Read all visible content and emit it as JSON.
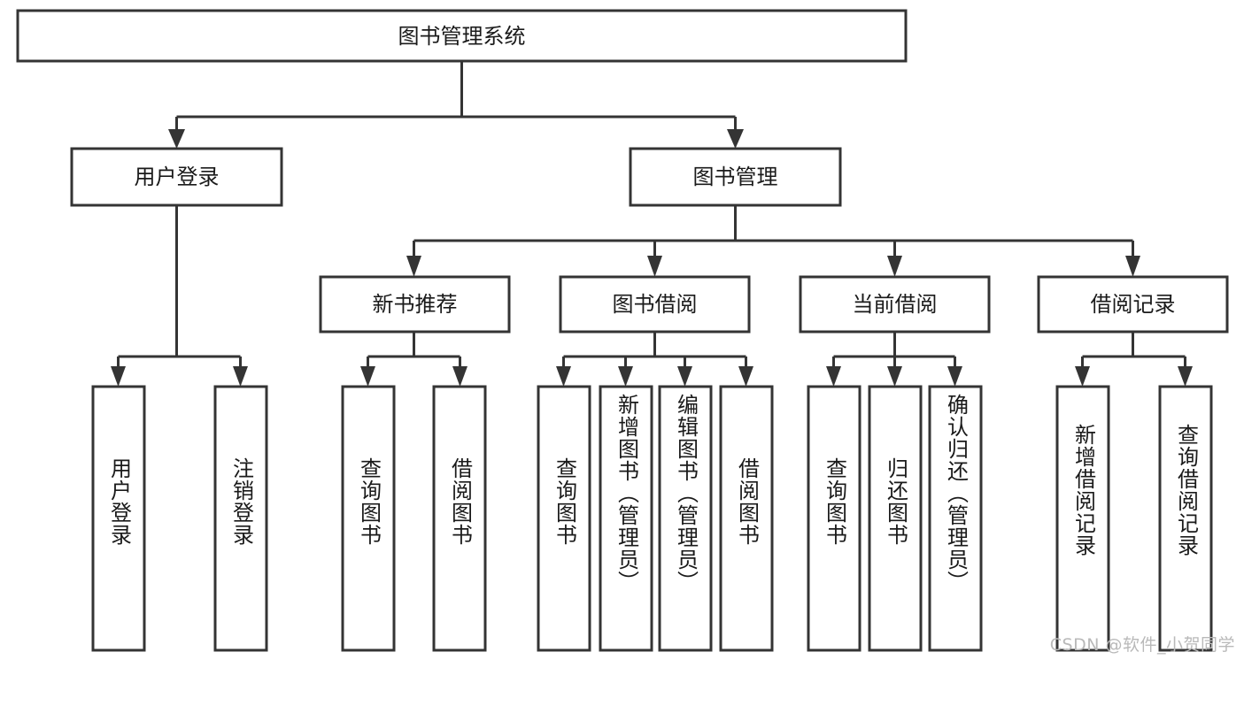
{
  "diagram": {
    "type": "hierarchy-tree",
    "title": "图书管理系统",
    "orientation": "top-down",
    "colors": {
      "box_stroke": "#343434",
      "box_fill": "#ffffff",
      "connector": "#343434",
      "text": "#1a1a1a",
      "watermark": "#b9b9b9",
      "background": "#ffffff"
    },
    "root": {
      "label": "图书管理系统"
    },
    "level2": [
      {
        "id": "user-login",
        "label": "用户登录"
      },
      {
        "id": "book-manage",
        "label": "图书管理"
      }
    ],
    "level3": [
      {
        "id": "new-book-recommend",
        "label": "新书推荐"
      },
      {
        "id": "book-borrow",
        "label": "图书借阅"
      },
      {
        "id": "current-borrow",
        "label": "当前借阅"
      },
      {
        "id": "borrow-record",
        "label": "借阅记录"
      }
    ],
    "leaves": {
      "user_login": [
        {
          "id": "leaf-user-login",
          "label": "用户登录"
        },
        {
          "id": "leaf-user-logout",
          "label": "注销登录"
        }
      ],
      "new_book_recommend": [
        {
          "id": "leaf-query-book-1",
          "label": "查询图书"
        },
        {
          "id": "leaf-borrow-book-1",
          "label": "借阅图书"
        }
      ],
      "book_borrow": [
        {
          "id": "leaf-query-book-2",
          "label": "查询图书"
        },
        {
          "id": "leaf-add-book",
          "label": "新增图书（管理员）"
        },
        {
          "id": "leaf-edit-book",
          "label": "编辑图书（管理员）"
        },
        {
          "id": "leaf-borrow-book-2",
          "label": "借阅图书"
        }
      ],
      "current_borrow": [
        {
          "id": "leaf-query-book-3",
          "label": "查询图书"
        },
        {
          "id": "leaf-return-book",
          "label": "归还图书"
        },
        {
          "id": "leaf-confirm-return",
          "label": "确认归还（管理员）"
        }
      ],
      "borrow_record": [
        {
          "id": "leaf-add-record",
          "label": "新增借阅记录"
        },
        {
          "id": "leaf-query-record",
          "label": "查询借阅记录"
        }
      ]
    }
  },
  "watermark": {
    "text": "CSDN @软件_小贺同学"
  }
}
